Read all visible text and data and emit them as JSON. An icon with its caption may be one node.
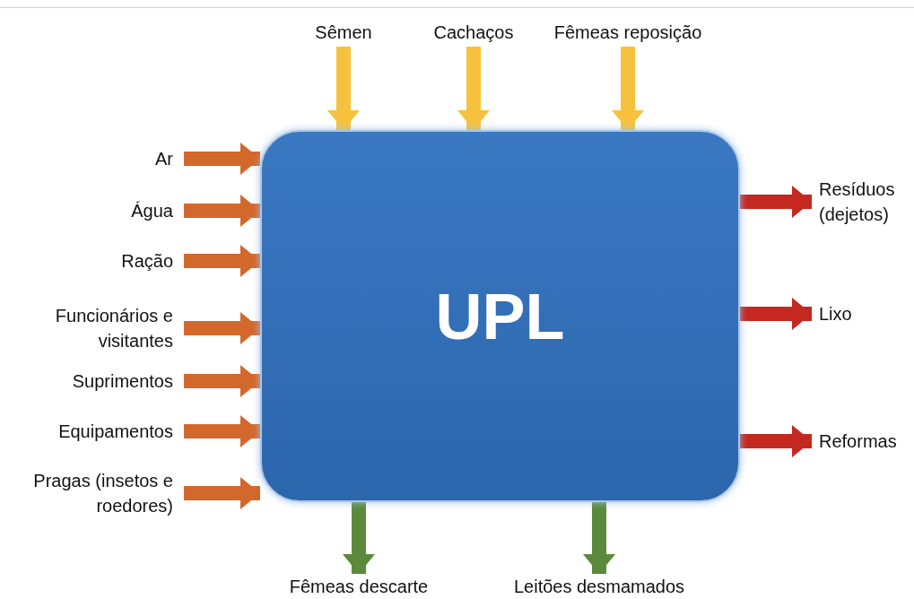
{
  "diagram": {
    "nodes": [
      {
        "text": [
          "UPL"
        ]
      },
      {
        "text": [
          "Sêmen"
        ]
      },
      {
        "text": [
          "Cachaços"
        ]
      },
      {
        "text": [
          "Fêmeas reposição"
        ]
      },
      {
        "text": [
          "Ar"
        ]
      },
      {
        "text": [
          "Água"
        ]
      },
      {
        "text": [
          "Ração"
        ]
      },
      {
        "text": [
          "Funcionários e visitantes"
        ]
      },
      {
        "text": [
          "Suprimentos"
        ]
      },
      {
        "text": [
          "Equipamentos"
        ]
      },
      {
        "text": [
          "Pragas (insetos e roedores)"
        ]
      },
      {
        "text": [
          "Resíduos (dejetos)"
        ]
      },
      {
        "text": [
          "Lixo"
        ]
      },
      {
        "text": [
          "Reformas"
        ]
      },
      {
        "text": [
          "Fêmeas descarte"
        ]
      },
      {
        "text": [
          "Leitões desmamados"
        ]
      }
    ],
    "edges": [
      {
        "from": 1,
        "to": 0,
        "arrow": "to",
        "color": "#f6c23e"
      },
      {
        "from": 2,
        "to": 0,
        "arrow": "to",
        "color": "#f6c23e"
      },
      {
        "from": 3,
        "to": 0,
        "arrow": "to",
        "color": "#f6c23e"
      },
      {
        "from": 4,
        "to": 0,
        "arrow": "to"
      },
      {
        "from": 5,
        "to": 0,
        "arrow": "to"
      },
      {
        "from": 6,
        "to": 0,
        "arrow": "to"
      },
      {
        "from": 7,
        "to": 0,
        "arrow": "to"
      },
      {
        "from": 8,
        "to": 0,
        "arrow": "to"
      },
      {
        "from": 9,
        "to": 0,
        "arrow": "to"
      },
      {
        "from": 10,
        "to": 0,
        "arrow": "to"
      },
      {
        "from": 0,
        "to": 11,
        "arrow": "to",
        "color": "#c4281f"
      },
      {
        "from": 0,
        "to": 12,
        "arrow": "to",
        "color": "#c4281f"
      },
      {
        "from": 0,
        "to": 13,
        "arrow": "to",
        "color": "#c4281f"
      },
      {
        "from": 0,
        "to": 14,
        "arrow": "to",
        "color": "#5b8a3a"
      },
      {
        "from": 0,
        "to": 15,
        "arrow": "to",
        "color": "#5b8a3a"
      }
    ]
  }
}
